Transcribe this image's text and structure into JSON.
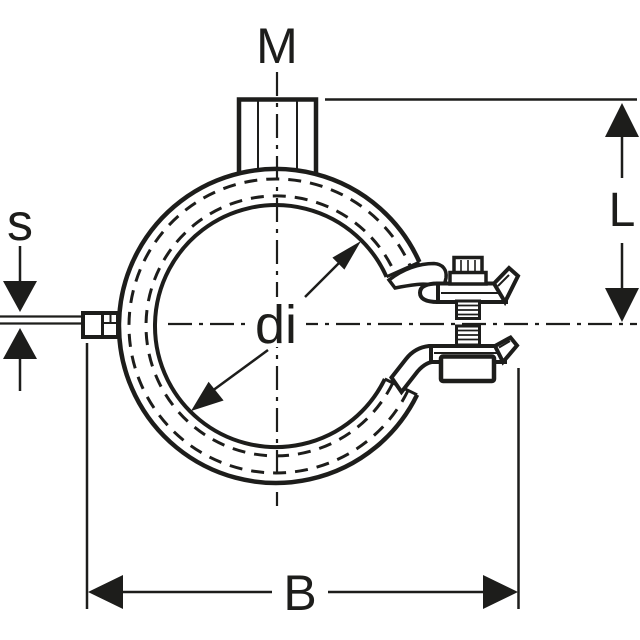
{
  "diagram": {
    "kind": "pipe-clamp-dimension-drawing",
    "labels": {
      "thread_size": "M",
      "length": "L",
      "thickness": "s",
      "inner_diameter": "di",
      "width": "B"
    },
    "colors": {
      "line": "#1d1d1b",
      "background": "#ffffff"
    }
  }
}
